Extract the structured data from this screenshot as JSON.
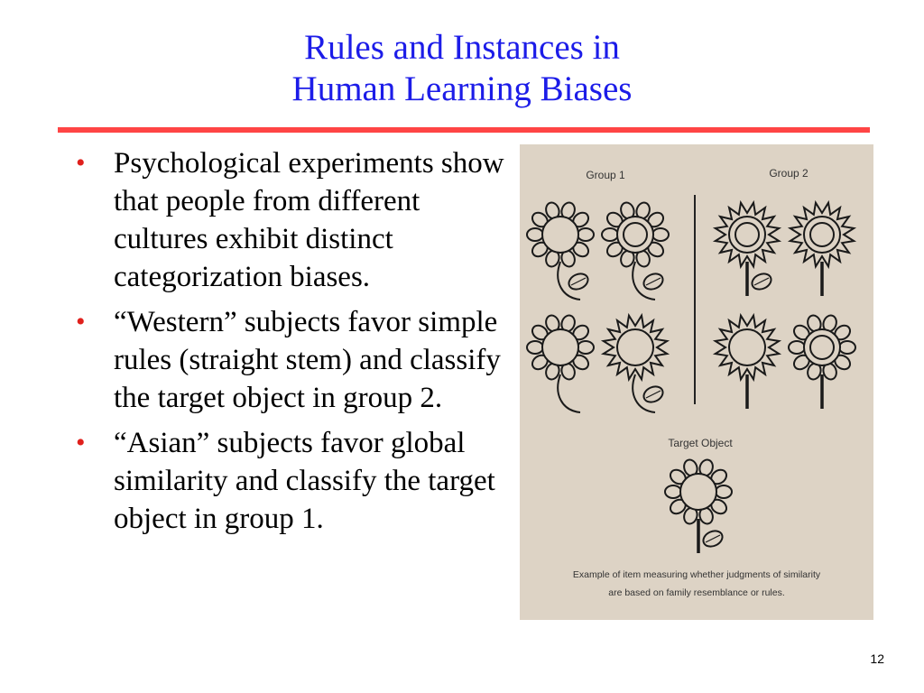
{
  "slide": {
    "title_line1": "Rules and Instances in",
    "title_line2": "Human Learning Biases",
    "page_number": "12",
    "colors": {
      "title": "#1c1ce8",
      "rule": "#ff4545",
      "bullet": "#e0201c"
    }
  },
  "bullets": [
    "Psychological experiments show that people from different cultures exhibit distinct  categorization biases.",
    "“Western” subjects favor simple rules (straight stem) and classify the target object in group 2.",
    "“Asian” subjects favor global similarity and classify the target object in group 1."
  ],
  "figure": {
    "group1_label": "Group 1",
    "group2_label": "Group 2",
    "target_label": "Target Object",
    "caption_line1": "Example of item measuring whether judgments of similarity",
    "caption_line2": "are based on family resemblance or rules."
  }
}
